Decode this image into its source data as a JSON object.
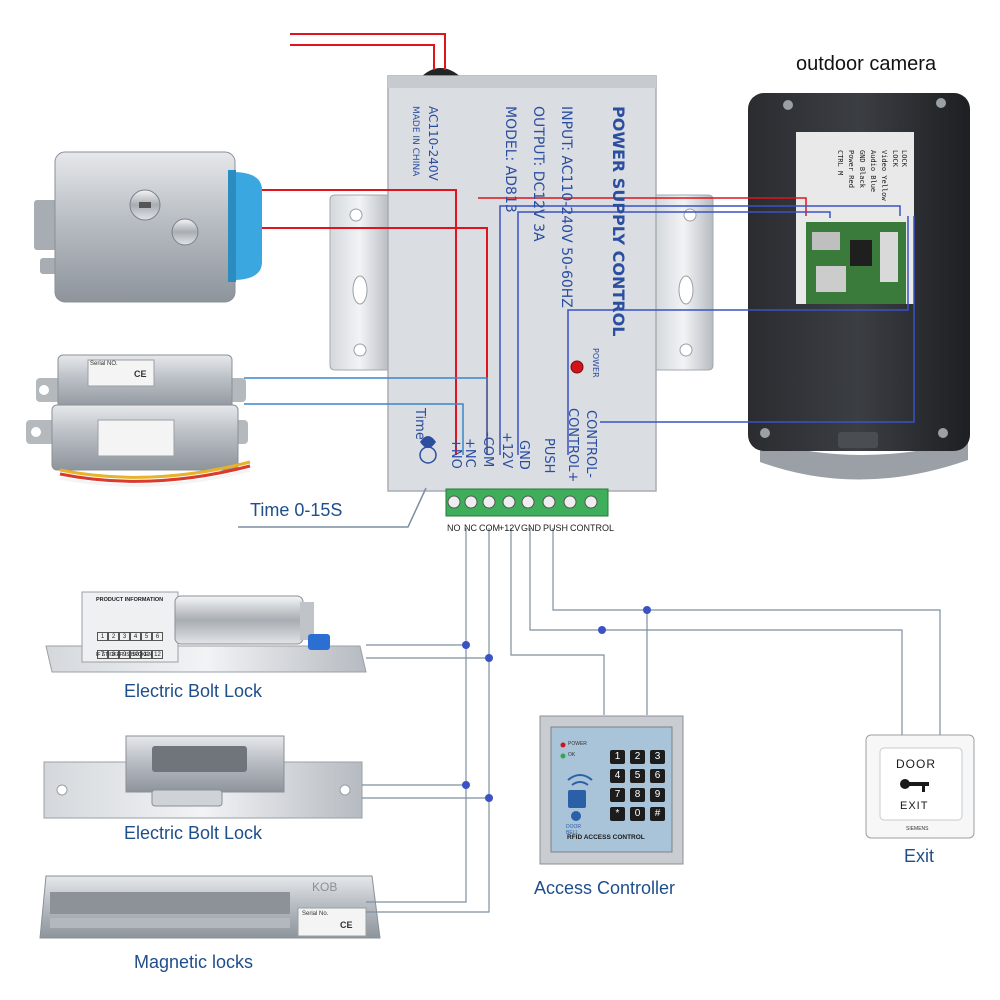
{
  "header": {
    "camera_title": "outdoor camera"
  },
  "power_supply": {
    "title": "POWER SUPPLY CONTROL",
    "input": "INPUT: AC110-240V 50-60HZ",
    "output": "OUTPUT: DC12V 3A",
    "model": "MODEL: AD813",
    "ac_rating": "AC110-240V",
    "made_in": "MADE IN CHINA",
    "power_led_label": "POWER",
    "side_labels": {
      "time": "Time",
      "no": "+NO",
      "nc": "+NC",
      "com": "-COM",
      "v12": "+12V",
      "gnd": "GND",
      "push": "PUSH",
      "control_plus": "CONTROL+",
      "control_minus": "CONTROL-"
    },
    "terminal_labels": {
      "no": "NO",
      "nc": "NC",
      "com": "COM",
      "v12": "+12V",
      "gnd": "GND",
      "push": "PUSH",
      "control": "CONTROL"
    }
  },
  "timer": {
    "label": "Time 0-15S"
  },
  "camera": {
    "wire_labels": {
      "lock1": "LOCK",
      "lock2": "LOCK",
      "video": "Video Yellow",
      "audio": "Audio Blue",
      "gnd": "GND Black",
      "power": "Power Red",
      "ctrl": "CTRL M"
    }
  },
  "locks": {
    "bolt1": {
      "label": "Electric Bolt Lock",
      "sticker_title": "PRODUCT INFORMATION",
      "sticker_foot": "IF STICKER IS BROKEN",
      "sticker_digits": [
        "1",
        "2",
        "3",
        "4",
        "5",
        "6",
        "7",
        "8",
        "9",
        "10",
        "11",
        "12"
      ]
    },
    "bolt2": {
      "label": "Electric Bolt Lock"
    },
    "magnetic": {
      "label": "Magnetic locks",
      "emboss": "KOB",
      "serial": "Serial No.",
      "ce": "CE"
    },
    "drop_bolt": {
      "serial": "Serial NO.",
      "ce": "CE"
    }
  },
  "access_controller": {
    "label": "Access Controller",
    "power_led": "POWER",
    "ok_led": "OK",
    "doorbell": "DOOR BELL",
    "footer": "RFID ACCESS CONTROL",
    "keys": [
      "1",
      "2",
      "3",
      "4",
      "5",
      "6",
      "7",
      "8",
      "9",
      "*",
      "0",
      "#"
    ]
  },
  "exit_button": {
    "label": "Exit",
    "door": "DOOR",
    "exit": "EXIT",
    "brand": "SIEMENS"
  },
  "colors": {
    "wire_red": "#e0141e",
    "wire_blue": "#3a52c4",
    "wire_teal": "#3b86c9",
    "wire_gray": "#7d8fa0",
    "label_blue": "#1f4e8c",
    "psu_text_blue": "#2b4ea0",
    "terminal_green": "#3fae5a"
  }
}
